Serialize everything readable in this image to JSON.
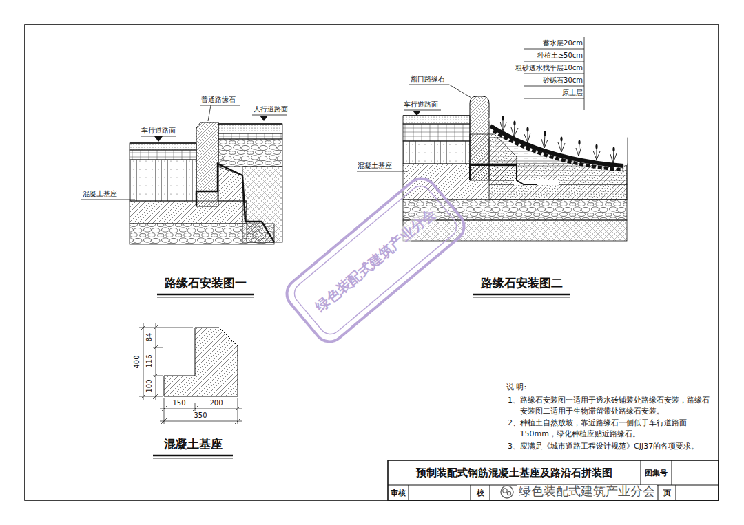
{
  "diagram": {
    "nodes": [
      {
        "text": [
          "预制装配式钢筋混凝土基座及路沿石拼装图"
        ]
      },
      {
        "text": [
          "图集号"
        ]
      },
      {
        "text": [
          "审核"
        ]
      },
      {
        "text": [
          "校"
        ]
      },
      {
        "text": [
          "页"
        ]
      }
    ],
    "labels": [
      "普通路缘石",
      "人行道路面",
      "车行道路面",
      "混凝土基座",
      "路缘石安装图一",
      "蓄水层20cm",
      "种植土≥50cm",
      "粗砂透水找平层10cm",
      "砂砾石30cm",
      "原土层",
      "豁口路缘石",
      "车行道路面",
      "混凝土基座",
      "路缘石安装图二",
      "84",
      "116",
      "100",
      "400",
      "150",
      "200",
      "350",
      "混凝土基座",
      "说 明:",
      "1、路缘石安装图一适用于透水砖铺装处路缘石安装，路缘石安装图二适用于生物滞留带处路缘石安装。",
      "2、种植土自然放坡，靠近路缘石一侧低于车行道路面150mm，绿化种植应贴近路缘石。",
      "3、应满足《城市道路工程设计规范》CJJ37的各项要求。",
      "绿色装配式建筑产业分会",
      "绿色装配式建筑产业分会"
    ]
  }
}
